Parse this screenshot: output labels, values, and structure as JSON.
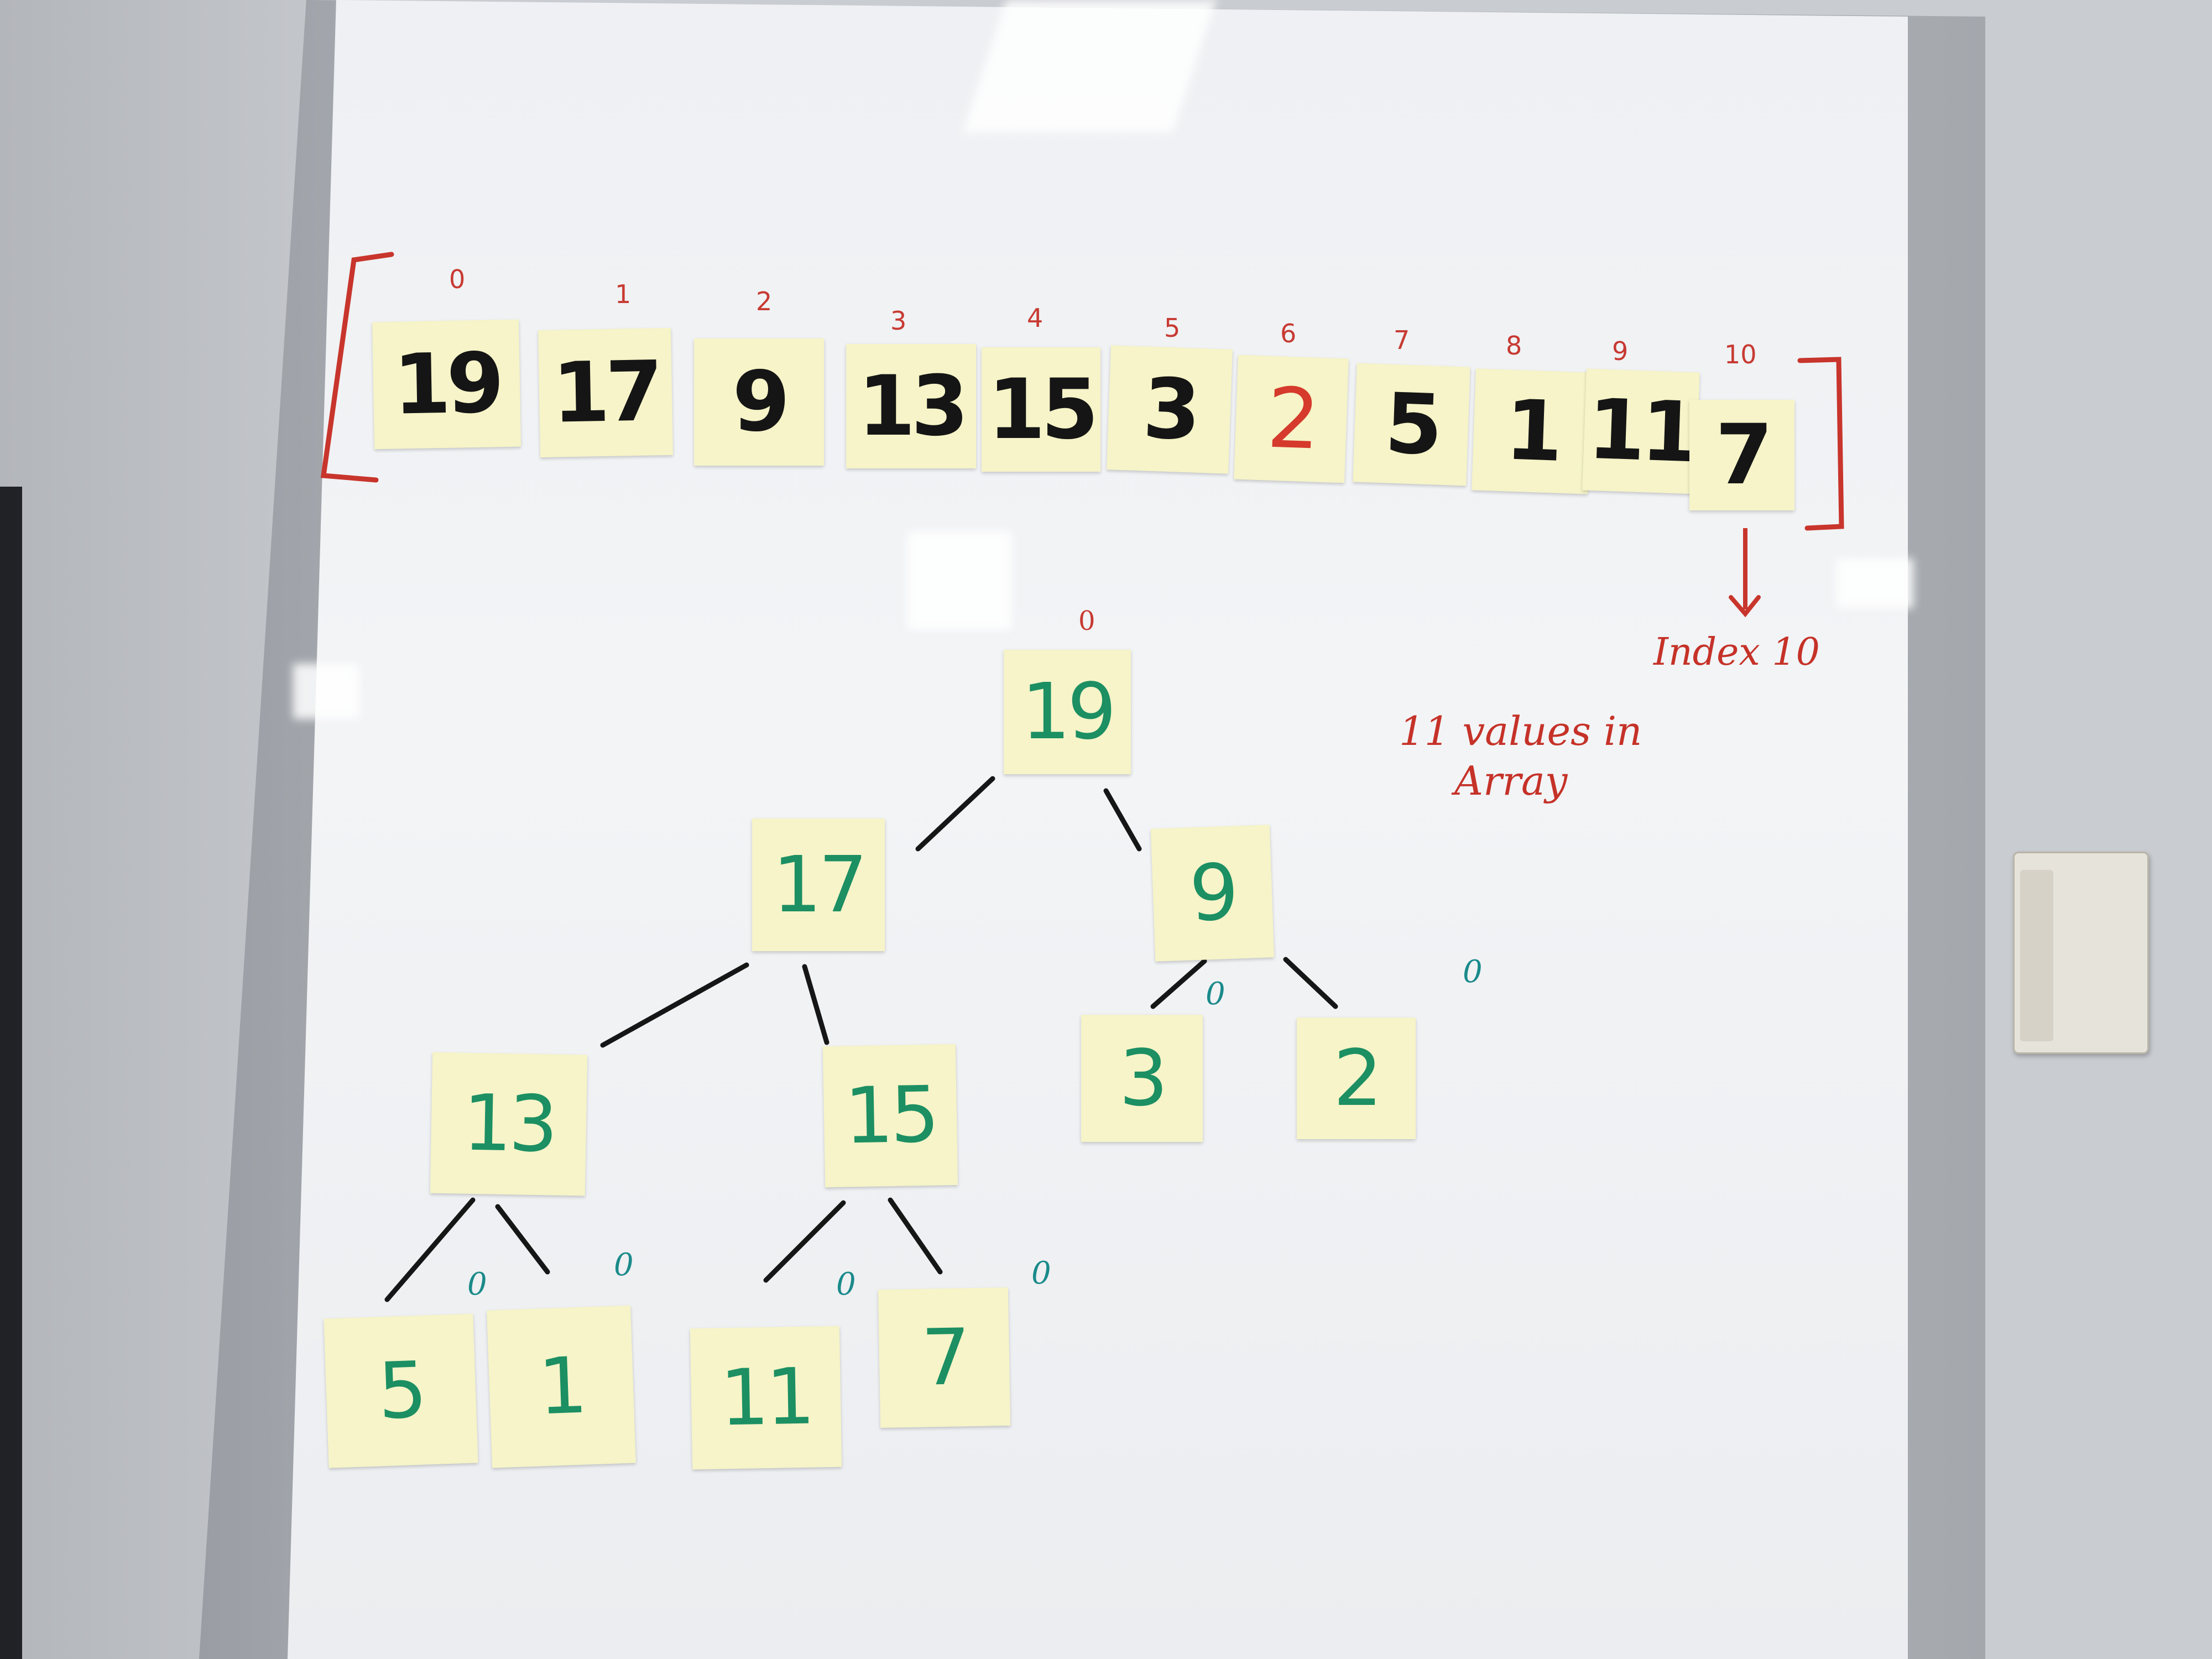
{
  "array": {
    "values": [
      "19",
      "17",
      "9",
      "13",
      "15",
      "3",
      "2",
      "5",
      "1",
      "11",
      "7"
    ],
    "indices": [
      "0",
      "1",
      "2",
      "3",
      "4",
      "5",
      "6",
      "7",
      "8",
      "9",
      "10"
    ]
  },
  "tree": {
    "root": "19",
    "root_index": "0",
    "level1": [
      "17",
      "9"
    ],
    "level2": [
      "13",
      "15",
      "3",
      "2"
    ],
    "level3": [
      "5",
      "1",
      "11",
      "7"
    ],
    "zero_marks": [
      "0",
      "0",
      "0",
      "0",
      "0",
      "0"
    ]
  },
  "annotations": {
    "index_label": "Index 10",
    "values_line1": "11 values in",
    "values_line2": "Array"
  },
  "colors": {
    "array_ink": "#151515",
    "highlight_ink": "#d53a2c",
    "tree_ink": "#1c8f63",
    "annotation_ink": "#c53228",
    "note_paper": "#f6f4c8"
  }
}
